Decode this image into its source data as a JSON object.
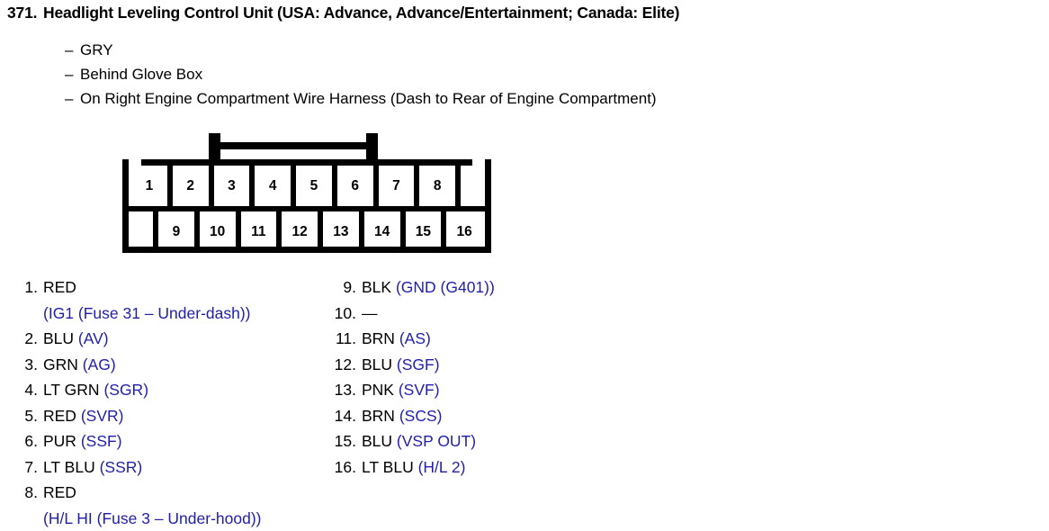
{
  "heading": {
    "number": "371.",
    "title": "Headlight Leveling Control Unit (USA: Advance, Advance/Entertainment; Canada: Elite)"
  },
  "notes": [
    {
      "dash": "–",
      "text": "GRY"
    },
    {
      "dash": "–",
      "text": "Behind Glove Box"
    },
    {
      "dash": "–",
      "text": "On Right Engine Compartment Wire Harness (Dash to Rear of Engine Compartment)"
    }
  ],
  "connector": {
    "top_row": [
      "1",
      "2",
      "3",
      "4",
      "5",
      "6",
      "7",
      "8",
      ""
    ],
    "bottom_row": [
      "",
      "9",
      "10",
      "11",
      "12",
      "13",
      "14",
      "15",
      "16"
    ]
  },
  "colors": {
    "circuit_text": "#1f1fab",
    "wire_color_text": "#000000",
    "line": "#000000",
    "background": "#ffffff"
  },
  "pins_left": [
    {
      "index": "1.",
      "color": "RED",
      "circuit": "",
      "wrap": "(IG1 (Fuse 31 – Under-dash))"
    },
    {
      "index": "2.",
      "color": "BLU",
      "circuit": "(AV)",
      "wrap": ""
    },
    {
      "index": "3.",
      "color": "GRN",
      "circuit": "(AG)",
      "wrap": ""
    },
    {
      "index": "4.",
      "color": "LT GRN",
      "circuit": "(SGR)",
      "wrap": ""
    },
    {
      "index": "5.",
      "color": "RED",
      "circuit": "(SVR)",
      "wrap": ""
    },
    {
      "index": "6.",
      "color": "PUR",
      "circuit": "(SSF)",
      "wrap": ""
    },
    {
      "index": "7.",
      "color": "LT BLU",
      "circuit": "(SSR)",
      "wrap": ""
    },
    {
      "index": "8.",
      "color": "RED",
      "circuit": "",
      "wrap": "(H/L HI (Fuse 3 – Under-hood))"
    }
  ],
  "pins_right": [
    {
      "index": "9.",
      "color": "BLK",
      "circuit": "(GND (G401))",
      "wrap": ""
    },
    {
      "index": "10.",
      "color": "—",
      "circuit": "",
      "wrap": ""
    },
    {
      "index": "11.",
      "color": "BRN",
      "circuit": "(AS)",
      "wrap": ""
    },
    {
      "index": "12.",
      "color": "BLU",
      "circuit": "(SGF)",
      "wrap": ""
    },
    {
      "index": "13.",
      "color": "PNK",
      "circuit": "(SVF)",
      "wrap": ""
    },
    {
      "index": "14.",
      "color": "BRN",
      "circuit": "(SCS)",
      "wrap": ""
    },
    {
      "index": "15.",
      "color": "BLU",
      "circuit": "(VSP OUT)",
      "wrap": ""
    },
    {
      "index": "16.",
      "color": "LT BLU",
      "circuit": "(H/L 2)",
      "wrap": ""
    }
  ]
}
